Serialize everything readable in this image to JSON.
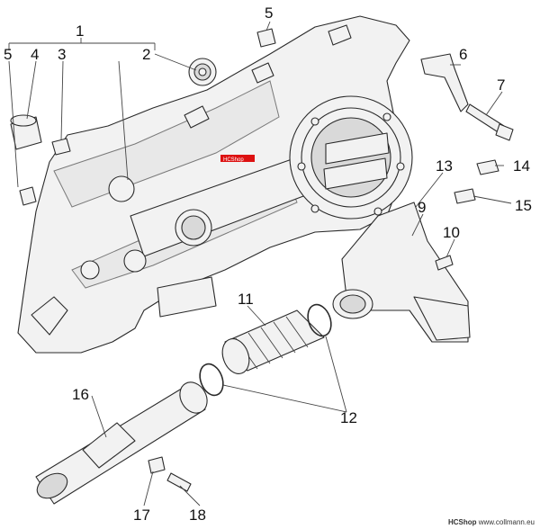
{
  "diagram": {
    "callouts": [
      "1",
      "2",
      "3",
      "4",
      "5",
      "5",
      "6",
      "7",
      "9",
      "10",
      "11",
      "12",
      "13",
      "14",
      "15",
      "16",
      "17",
      "18"
    ],
    "stamp": "HCShop"
  },
  "footer": {
    "brand": "HCShop",
    "url": "www.collmann.eu"
  }
}
